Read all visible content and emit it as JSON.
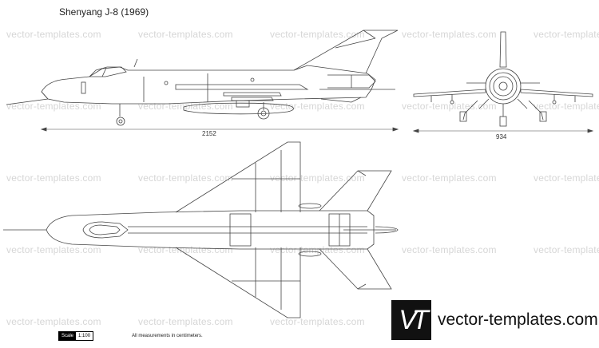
{
  "title": "Shenyang J-8 (1969)",
  "watermark": "vector-templates.com",
  "dimensions": {
    "length": "2152",
    "span": "934"
  },
  "scale": {
    "label": "Scale",
    "value": "1:100"
  },
  "note": "All measurements in centimeters.",
  "brand": {
    "logo_text": "VT",
    "name": "vector-templates.com"
  }
}
